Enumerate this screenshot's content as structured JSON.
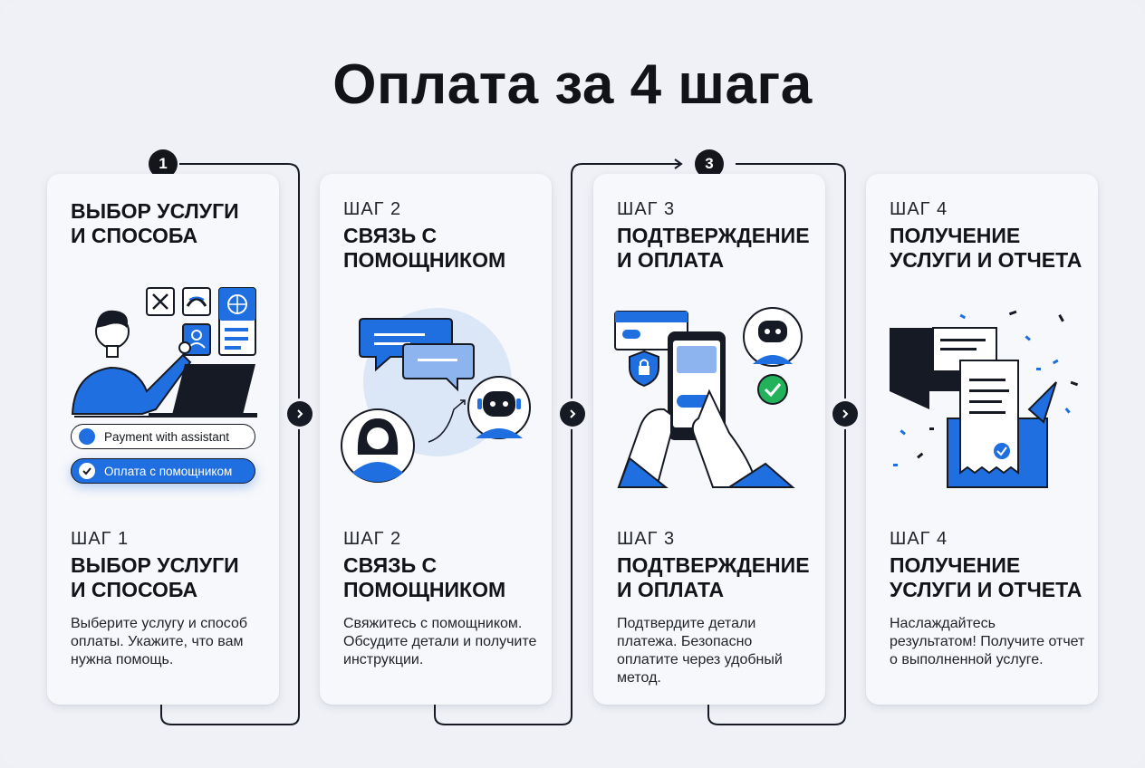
{
  "title": "Оплата за 4 шага",
  "badges": {
    "first": "1",
    "third": "3"
  },
  "steps": [
    {
      "label": "ШАГ 1",
      "title_line1": "ВЫБОР УСЛУГИ",
      "title_line2": "И СПОСОБА",
      "description": "Выберите услугу и способ оплаты. Укажите, что вам нужна помощь.",
      "options": [
        "Payment with assistant",
        "Оплата с помощником"
      ]
    },
    {
      "label": "ШАГ 2",
      "title_line1": "СВЯЗЬ С",
      "title_line2": "ПОМОЩНИКОМ",
      "description": "Свяжитесь с помощником. Обсудите детали и получите инструкции."
    },
    {
      "label": "ШАГ 3",
      "title_line1": "ПОДТВЕРЖДЕНИЕ",
      "title_line2": "И ОПЛАТА",
      "description": "Подтвердите детали платежа. Безопасно оплатите через удобный метод."
    },
    {
      "label": "ШАГ 4",
      "title_line1": "ПОЛУЧЕНИЕ",
      "title_line2": "УСЛУГИ И ОТЧЕТА",
      "description": "Наслаждайтесь результатом! Получите отчет о выполненной услуге."
    }
  ],
  "colors": {
    "accent": "#1f6fe0",
    "dark": "#14161c",
    "light_blue": "#dbe6f7",
    "success": "#22b35a"
  },
  "icons": [
    "tools-icon",
    "phone-icon",
    "globe-icon",
    "assistant-icon",
    "laptop-icon",
    "chat-icon",
    "robot-icon",
    "card-icon",
    "shield-icon",
    "smartphone-icon",
    "check-icon",
    "receipt-icon",
    "folder-icon",
    "party-icon",
    "chevron-right-icon"
  ]
}
